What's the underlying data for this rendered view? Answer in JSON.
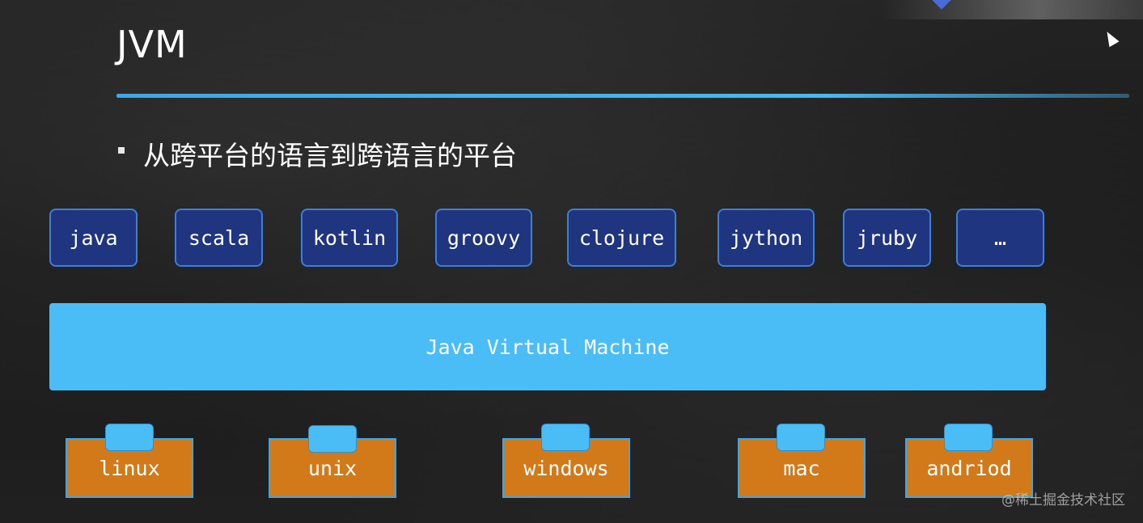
{
  "slide": {
    "title": "JVM",
    "subtitle": "从跨平台的语言到跨语言的平台"
  },
  "languages": [
    "java",
    "scala",
    "kotlin",
    "groovy",
    "clojure",
    "jython",
    "jruby",
    "…"
  ],
  "vm": {
    "label": "Java Virtual Machine"
  },
  "platforms": [
    "linux",
    "unix",
    "windows",
    "mac",
    "andriod"
  ],
  "watermark": "@稀土掘金技术社区",
  "colors": {
    "background": "#1c1c1c",
    "lang_box": "#1f3580",
    "lang_border": "#3c7fd6",
    "vm_box": "#4bbdf6",
    "os_box": "#d27a1a",
    "accent_rule": "#48b8f0"
  }
}
